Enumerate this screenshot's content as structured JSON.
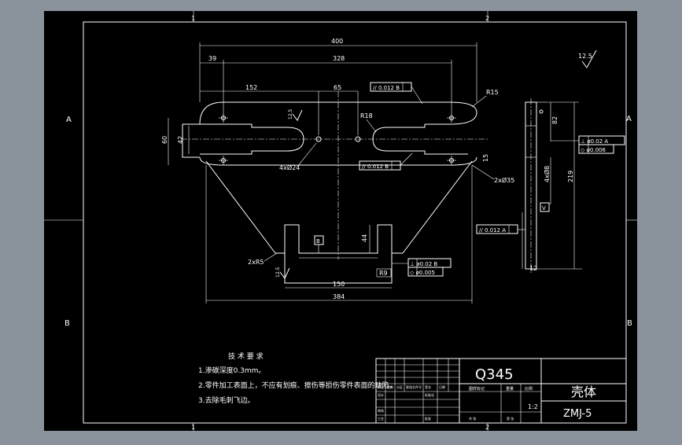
{
  "drawing": {
    "zone_labels": {
      "a_left": "A",
      "a_right": "A",
      "b_left": "B",
      "b_right": "B"
    },
    "column_marks": {
      "top_1": "1",
      "top_2": "2",
      "bottom_1": "1",
      "bottom_2": "2"
    },
    "surface_finish": "12.5",
    "finish_symbol": "✓"
  },
  "dimensions": {
    "overall_width": "400",
    "hole_span": "328",
    "left_offset": "39",
    "left_width": "152",
    "center_gap": "65",
    "height_left": "60",
    "slot_height": "42",
    "radius_outer": "R15",
    "radius_slot": "R18",
    "holes_left": "4xØ24",
    "holes_right": "2xØ35",
    "edge_15": "15",
    "notch_radius": "2xR5",
    "bottom_width": "150",
    "lower_span": "384",
    "slot_depth": "44",
    "base_r": "R9",
    "side_height": "219",
    "side_top": "82",
    "side_holes": "4xØ8",
    "side_thickness": "12",
    "surface_roughness_mid": "12.5"
  },
  "tolerances": {
    "parallel_top": "// 0.012 B",
    "parallel_mid": "// 0.012 B",
    "parallel_side": "// 0.012 A",
    "perp_bottom": "⊥ ø0.02 B",
    "flat_bottom": "◇ ø0.005",
    "perp_side": "⊥ ø0.02 A",
    "flat_side": "◇ ø0.006",
    "datum_b": "B",
    "datum_v": "V"
  },
  "notes": {
    "heading": "技 术 要 求",
    "line1": "1.渗碳深度0.3mm。",
    "line2": "2.零件加工表面上，不应有划痕、擦伤等损伤零件表面的缺陷。",
    "line3": "3.去除毛刺飞边。"
  },
  "title_block": {
    "material": "Q345",
    "part_name": "壳体",
    "drawing_no": "ZMJ-5",
    "scale": "1:2",
    "col_labels": [
      "图样标记",
      "重量",
      "比例"
    ],
    "row_labels": [
      "标记",
      "处数",
      "分区",
      "更改文件号",
      "签名",
      "日期",
      "设计",
      "标准化",
      "审核",
      "工艺",
      "批准",
      "共 张",
      "第 张"
    ]
  },
  "colors": {
    "paper": "#000000",
    "line": "#ffffff",
    "background": "#8a929c"
  }
}
